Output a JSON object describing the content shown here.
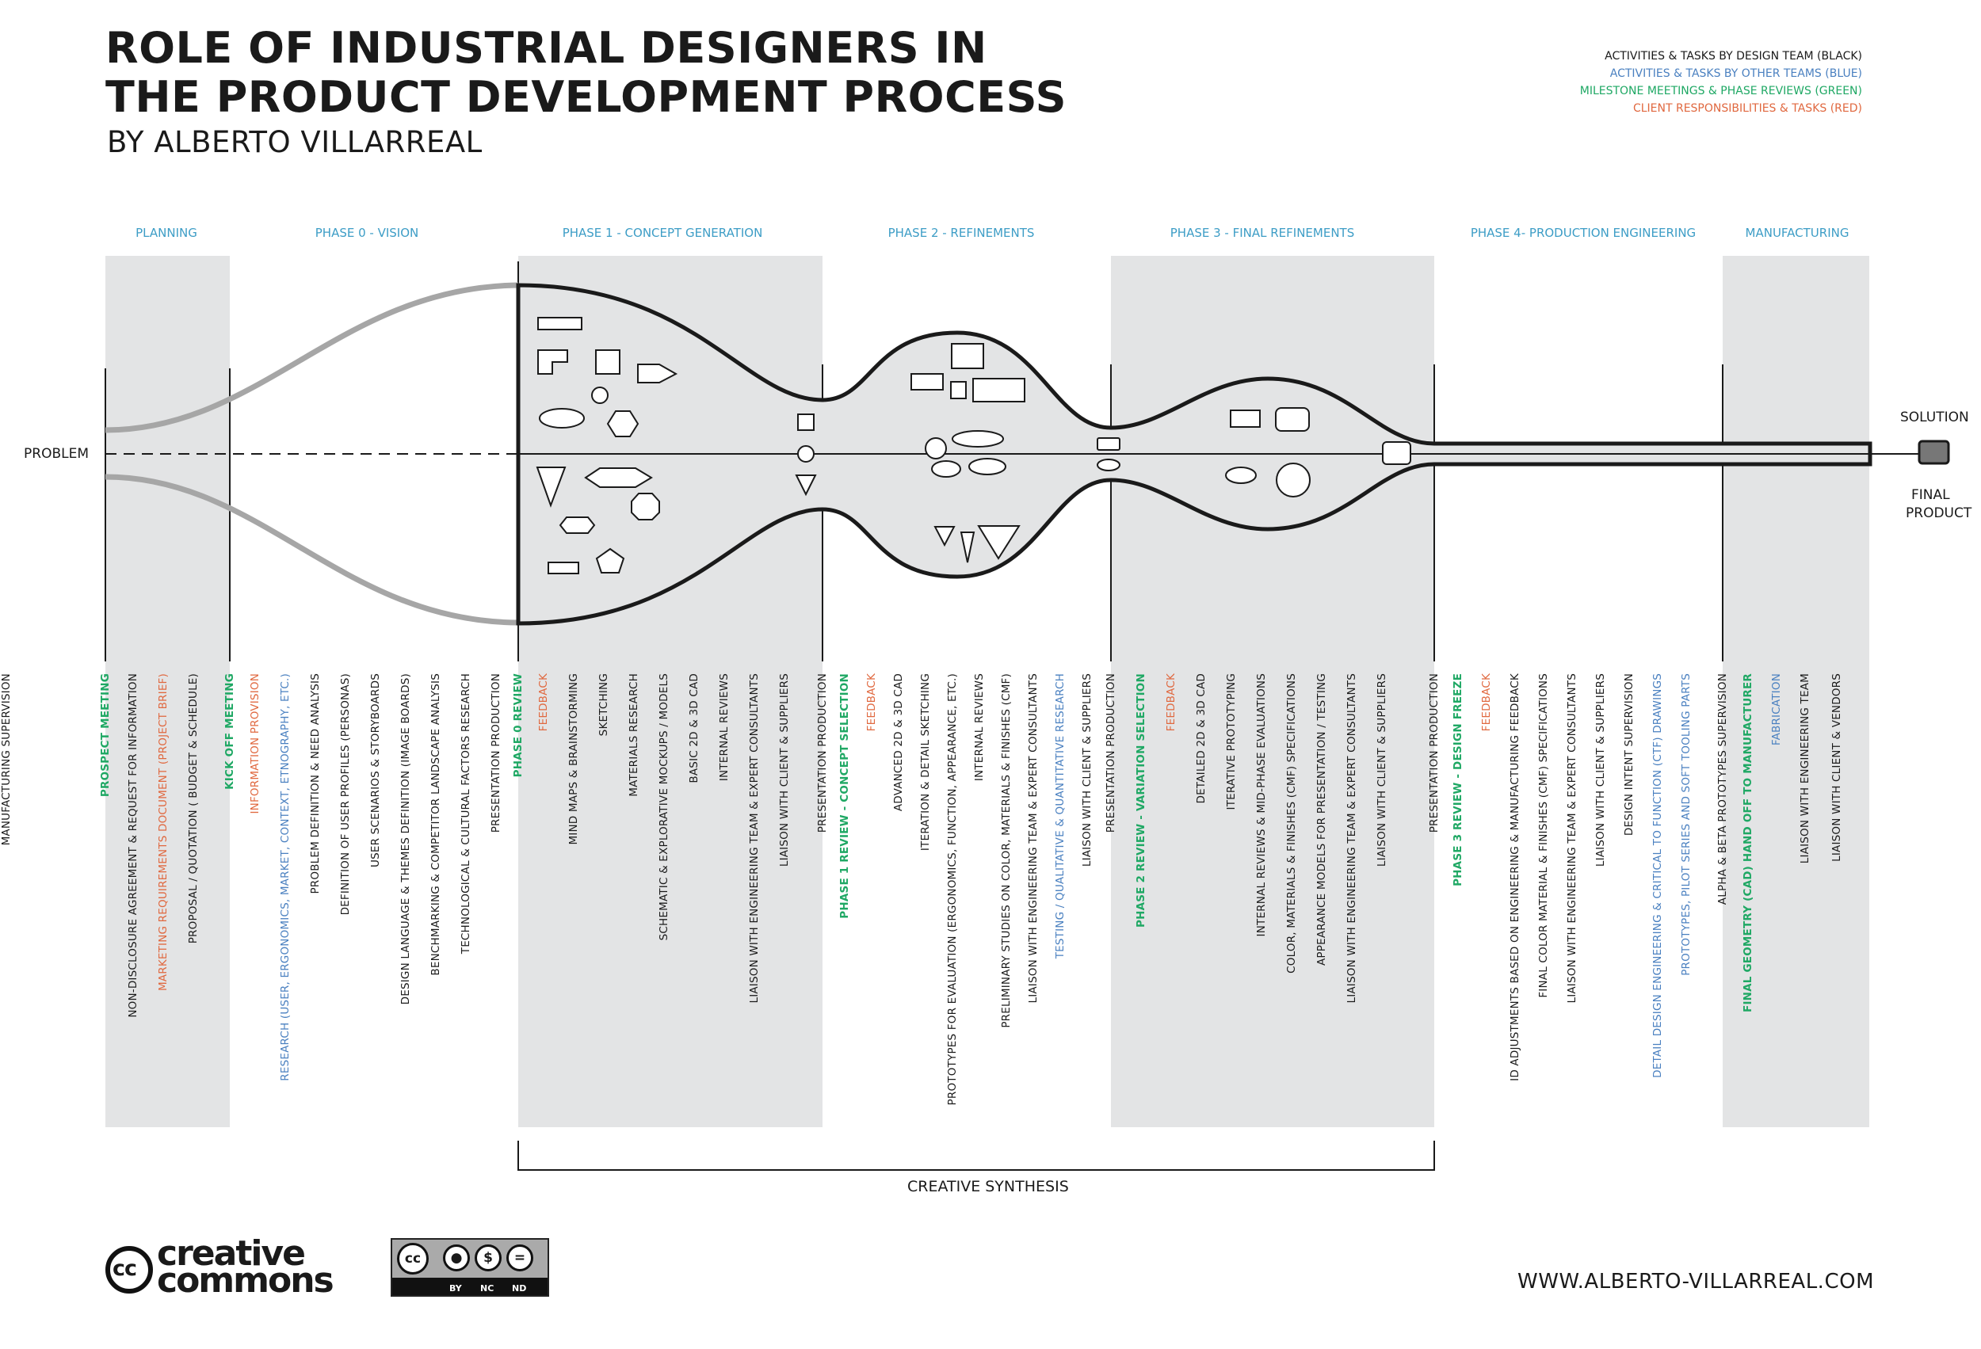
{
  "header": {
    "title_line1": "ROLE OF INDUSTRIAL DESIGNERS IN",
    "title_line2": "THE PRODUCT DEVELOPMENT PROCESS",
    "subtitle": "BY ALBERTO VILLARREAL"
  },
  "legend": [
    {
      "text": "ACTIVITIES & TASKS BY DESIGN TEAM (BLACK)",
      "color": "#1a1a1a"
    },
    {
      "text": "ACTIVITIES & TASKS BY OTHER TEAMS (BLUE)",
      "color": "#4a80c0"
    },
    {
      "text": "MILESTONE MEETINGS & PHASE REVIEWS (GREEN)",
      "color": "#1fa864"
    },
    {
      "text": "CLIENT RESPONSIBILITIES & TASKS (RED)",
      "color": "#e0683f"
    }
  ],
  "phases": [
    "PLANNING",
    "PHASE 0 - VISION",
    "PHASE 1 - CONCEPT GENERATION",
    "PHASE 2 - REFINEMENTS",
    "PHASE 3 - FINAL REFINEMENTS",
    "PHASE 4- PRODUCTION ENGINEERING",
    "MANUFACTURING"
  ],
  "labels": {
    "problem": "PROBLEM",
    "solution": "SOLUTION",
    "final_product_line1": "FINAL",
    "final_product_line2": "PRODUCT",
    "creative_synthesis": "CREATIVE SYNTHESIS"
  },
  "colors": {
    "black": "#1a1a1a",
    "blue": "#4a80c0",
    "green": "#1fa864",
    "red": "#e0683f",
    "phase_label": "#3d9dc6",
    "band": "#e3e4e5"
  },
  "tasks": [
    {
      "text": "PROSPECT MEETING",
      "color": "green"
    },
    {
      "text": "NON-DISCLOSURE AGREEMENT & REQUEST FOR INFORMATION",
      "color": "black"
    },
    {
      "text": "MARKETING REQUIREMENTS DOCUMENT (PROJECT BRIEF)",
      "color": "red"
    },
    {
      "text": "PROPOSAL / QUOTATION ( BUDGET & SCHEDULE)",
      "color": "black"
    },
    {
      "text": "KICK OFF MEETING",
      "color": "green"
    },
    {
      "text": "INFORMATION PROVISION",
      "color": "red"
    },
    {
      "text": "RESEARCH (USER, ERGONOMICS, MARKET, CONTEXT, ETNOGRAPHY, ETC.)",
      "color": "blue"
    },
    {
      "text": "PROBLEM DEFINITION & NEED ANALYSIS",
      "color": "black"
    },
    {
      "text": "DEFINITION OF USER PROFILES (PERSONAS)",
      "color": "black"
    },
    {
      "text": "USER SCENARIOS & STORYBOARDS",
      "color": "black"
    },
    {
      "text": "DESIGN LANGUAGE & THEMES DEFINITION (IMAGE BOARDS)",
      "color": "black"
    },
    {
      "text": "BENCHMARKING & COMPETITOR LANDSCAPE ANALYSIS",
      "color": "black"
    },
    {
      "text": "TECHNOLOGICAL & CULTURAL FACTORS RESEARCH",
      "color": "black"
    },
    {
      "text": "PRESENTATION PRODUCTION",
      "color": "black"
    },
    {
      "text": "PHASE 0 REVIEW",
      "color": "green"
    },
    {
      "text": "FEEDBACK",
      "color": "red"
    },
    {
      "text": "MIND MAPS & BRAINSTORMING",
      "color": "black"
    },
    {
      "text": "SKETCHING",
      "color": "black"
    },
    {
      "text": "MATERIALS RESEARCH",
      "color": "black"
    },
    {
      "text": "SCHEMATIC & EXPLORATIVE MOCKUPS / MODELS",
      "color": "black"
    },
    {
      "text": "BASIC 2D & 3D CAD",
      "color": "black"
    },
    {
      "text": "INTERNAL REVIEWS",
      "color": "black"
    },
    {
      "text": "LIAISON WITH ENGINEERING TEAM & EXPERT CONSULTANTS",
      "color": "black"
    },
    {
      "text": "LIAISON WITH CLIENT & SUPPLIERS",
      "color": "black"
    },
    {
      "text": "PRESENTATION PRODUCTION",
      "color": "black"
    },
    {
      "text": "PHASE 1 REVIEW - CONCEPT SELECTION",
      "color": "green"
    },
    {
      "text": "FEEDBACK",
      "color": "red"
    },
    {
      "text": "ADVANCED 2D & 3D CAD",
      "color": "black"
    },
    {
      "text": "ITERATION & DETAIL SKETCHING",
      "color": "black"
    },
    {
      "text": "PROTOTYPES FOR EVALUATION (ERGONOMICS, FUNCTION, APPEARANCE, ETC.)",
      "color": "black"
    },
    {
      "text": "INTERNAL REVIEWS",
      "color": "black"
    },
    {
      "text": "PRELIMINARY STUDIES ON COLOR, MATERIALS & FINISHES (CMF)",
      "color": "black"
    },
    {
      "text": "LIAISON WITH ENGINEERING TEAM & EXPERT CONSULTANTS",
      "color": "black"
    },
    {
      "text": "TESTING / QUALITATIVE & QUANTITATIVE RESEARCH",
      "color": "blue"
    },
    {
      "text": "LIAISON WITH CLIENT & SUPPLIERS",
      "color": "black"
    },
    {
      "text": "PRESENTATION PRODUCTION",
      "color": "black"
    },
    {
      "text": "PHASE 2 REVIEW - VARIATION SELECTION",
      "color": "green"
    },
    {
      "text": "FEEDBACK",
      "color": "red"
    },
    {
      "text": "DETAILED 2D & 3D CAD",
      "color": "black"
    },
    {
      "text": "ITERATIVE PROTOTYPING",
      "color": "black"
    },
    {
      "text": "INTERNAL REVIEWS & MID-PHASE EVALUATIONS",
      "color": "black"
    },
    {
      "text": "COLOR, MATERIALS & FINISHES (CMF) SPECIFICATIONS",
      "color": "black"
    },
    {
      "text": "APPEARANCE MODELS FOR PRESENTATION / TESTING",
      "color": "black"
    },
    {
      "text": "LIAISON WITH ENGINEERING TEAM & EXPERT CONSULTANTS",
      "color": "black"
    },
    {
      "text": "LIAISON WITH CLIENT & SUPPLIERS",
      "color": "black"
    },
    {
      "text": "PRESENTATION PRODUCTION",
      "color": "black"
    },
    {
      "text": "PHASE 3 REVIEW - DESIGN FREEZE",
      "color": "green"
    },
    {
      "text": "FEEDBACK",
      "color": "red"
    },
    {
      "text": "ID ADJUSTMENTS BASED ON ENGINEERING & MANUFACTURING FEEDBACK",
      "color": "black"
    },
    {
      "text": "FINAL COLOR MATERIAL & FINISHES (CMF) SPECIFICATIONS",
      "color": "black"
    },
    {
      "text": "LIAISON WITH ENGINEERING TEAM & EXPERT CONSULTANTS",
      "color": "black"
    },
    {
      "text": "LIAISON WITH CLIENT & SUPPLIERS",
      "color": "black"
    },
    {
      "text": "DESIGN INTENT SUPERVISION",
      "color": "black"
    },
    {
      "text": "DETAIL DESIGN ENGINEERING & CRITICAL TO FUNCTION (CTF) DRAWINGS",
      "color": "blue"
    },
    {
      "text": "PROTOTYPES, PILOT SERIES AND SOFT TOOLING PARTS",
      "color": "blue"
    },
    {
      "text": "ALPHA & BETA PROTOTYPES SUPERVISION",
      "color": "black"
    },
    {
      "text": "FINAL GEOMETRY (CAD) HAND OFF TO MANUFACTURER",
      "color": "green"
    },
    {
      "text": "FABRICATION",
      "color": "blue"
    },
    {
      "text": "LIAISON WITH ENGINEERING TEAM",
      "color": "black"
    },
    {
      "text": "LIAISON WITH CLIENT & VENDORS",
      "color": "black"
    },
    {
      "text": "MANUFACTURING SUPERVISION",
      "color": "black"
    }
  ],
  "footer": {
    "cc_word_line1": "creative",
    "cc_word_line2": "commons",
    "cc_mark": "cc",
    "badge_by": "BY",
    "badge_nc": "NC",
    "badge_nd": "ND",
    "url": "WWW.ALBERTO-VILLARREAL.COM"
  }
}
